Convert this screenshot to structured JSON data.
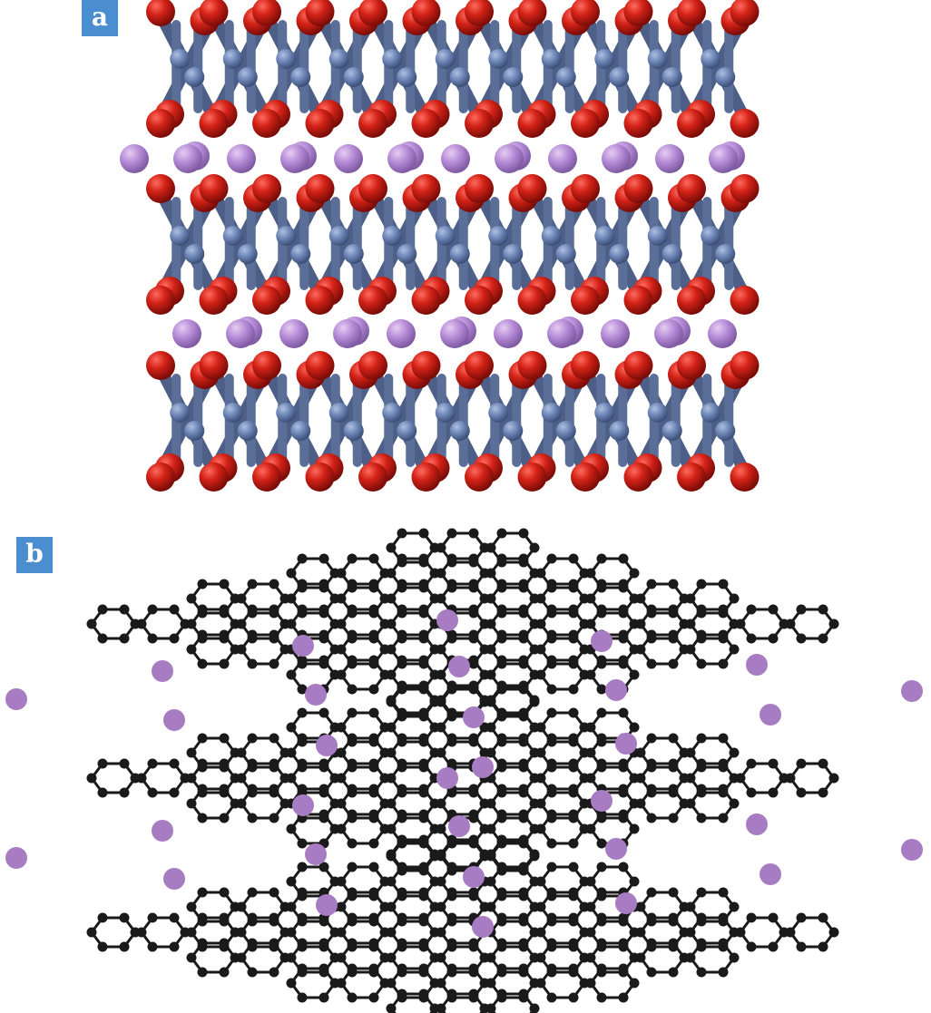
{
  "panels": [
    {
      "label": "a",
      "description_name": "layered-oxide-with-intercalated-ions",
      "atom_colors": {
        "oxygen": "#cc1f1a",
        "metal": "#6d86b6",
        "intercalant": "#b58ad6"
      },
      "layers": 3,
      "intercalant_rows": 2
    },
    {
      "label": "b",
      "description_name": "graphite-with-intercalated-ions",
      "atom_colors": {
        "carbon": "#1a1a1a",
        "bond": "#1a1a1a",
        "intercalant": "#a77cc2"
      },
      "layers": 3,
      "intercalant_rows": 2
    }
  ]
}
